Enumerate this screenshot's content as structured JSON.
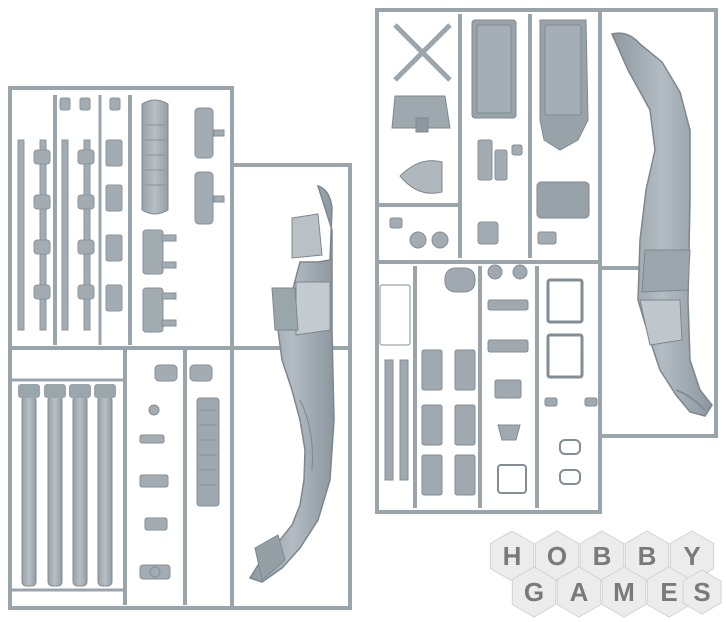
{
  "image": {
    "subject": "plastic model kit sprues with helicopter parts",
    "palette": {
      "background": "#ffffff",
      "plastic": "#a8b1b8",
      "plastic_dark": "#8b959d",
      "plastic_light": "#c3cad0",
      "frame": "#9aa4ab",
      "hex_fill": "#ececec",
      "hex_edge": "#d2d2d2",
      "hex_text": "#7a7a7a"
    }
  },
  "watermark": {
    "row1": [
      "H",
      "O",
      "B",
      "B",
      "Y"
    ],
    "row2": [
      "G",
      "A",
      "M",
      "E",
      "S"
    ]
  }
}
